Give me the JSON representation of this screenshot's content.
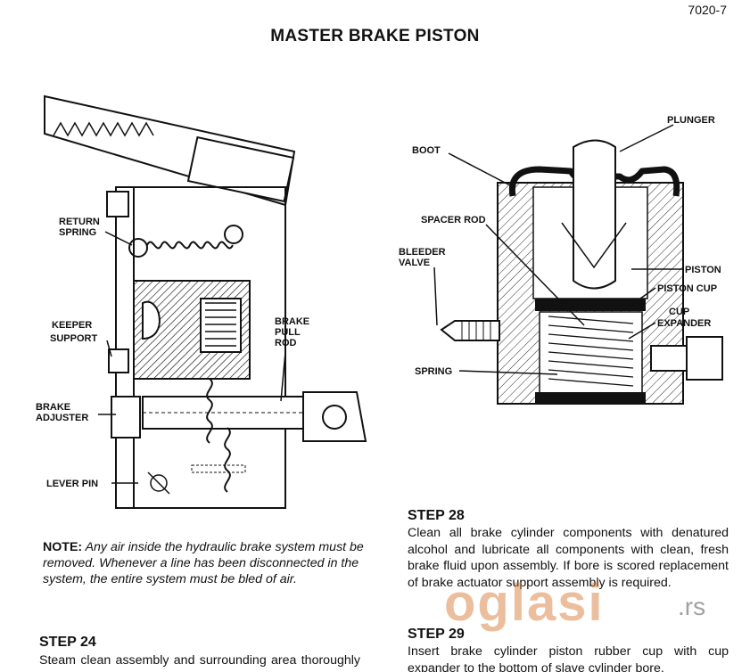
{
  "page": {
    "number": "7020-7",
    "title": "MASTER BRAKE PISTON"
  },
  "figure_left": {
    "labels": {
      "return_spring": [
        "RETURN",
        "SPRING"
      ],
      "keeper_support": [
        "KEEPER",
        "SUPPORT"
      ],
      "brake_pull_rod": [
        "BRAKE",
        "PULL",
        "ROD"
      ],
      "brake_adjuster": [
        "BRAKE",
        "ADJUSTER"
      ],
      "lever_pin": "LEVER PIN"
    }
  },
  "figure_right": {
    "labels": {
      "plunger": "PLUNGER",
      "boot": "BOOT",
      "spacer_rod": "SPACER ROD",
      "bleeder_valve": [
        "BLEEDER",
        "VALVE"
      ],
      "piston": "PISTON",
      "piston_cup": "PISTON CUP",
      "cup_expander": [
        "CUP",
        "EXPANDER"
      ],
      "spring": "SPRING"
    }
  },
  "note": {
    "label": "NOTE:",
    "text": "Any air inside the hydraulic brake system must be removed. Whenever a line has been disconnected in the system, the entire system must be bled of air."
  },
  "steps": [
    {
      "heading": "STEP 24",
      "text": "Steam clean assembly and surrounding area thoroughly prior to removal."
    },
    {
      "heading": "STEP 28",
      "text": "Clean all brake cylinder components with denatured alcohol and lubricate all components with clean, fresh brake fluid upon assembly. If bore is scored replacement of brake actuator support assembly is required."
    },
    {
      "heading": "STEP 29",
      "text": "Insert brake cylinder piston rubber cup with cup expander to the bottom of slave cylinder bore."
    }
  ],
  "watermark": {
    "brand": "oglasi",
    "suffix": ".rs"
  }
}
